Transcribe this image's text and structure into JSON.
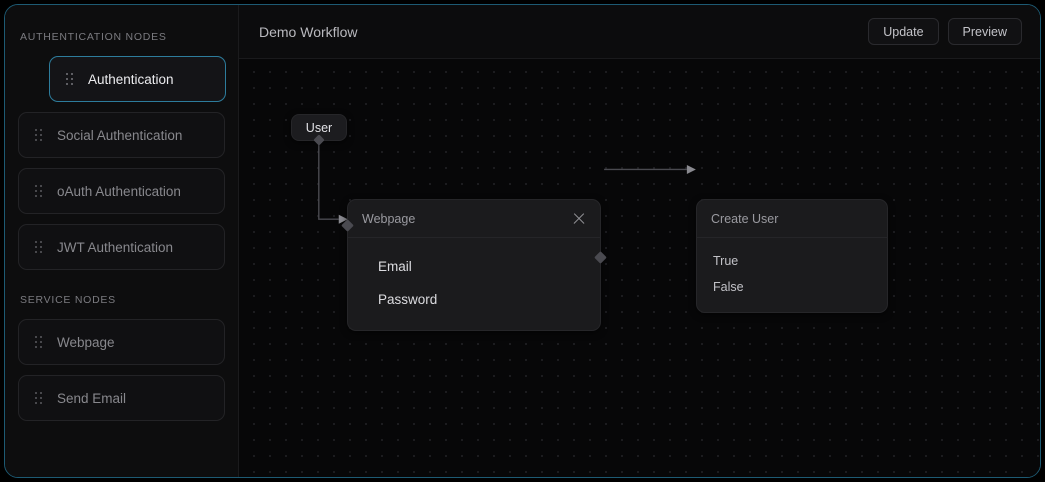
{
  "window": {
    "accent_color": "#2d7c9c",
    "canvas_bg": "#070708",
    "sidebar_bg": "#0d0d0e"
  },
  "sidebar": {
    "sections": [
      {
        "title": "AUTHENTICATION NODES",
        "items": [
          {
            "label": "Authentication",
            "selected": true
          },
          {
            "label": "Social Authentication",
            "selected": false
          },
          {
            "label": "oAuth Authentication",
            "selected": false
          },
          {
            "label": "JWT Authentication",
            "selected": false
          }
        ]
      },
      {
        "title": "SERVICE NODES",
        "items": [
          {
            "label": "Webpage",
            "selected": false
          },
          {
            "label": "Send Email",
            "selected": false
          }
        ]
      }
    ]
  },
  "topbar": {
    "title": "Demo Workflow",
    "update_label": "Update",
    "preview_label": "Preview"
  },
  "canvas": {
    "nodes": {
      "user": {
        "label": "User"
      },
      "webpage": {
        "title": "Webpage",
        "fields": [
          "Email",
          "Password"
        ]
      },
      "create_user": {
        "title": "Create User",
        "fields": [
          "True",
          "False"
        ]
      }
    }
  }
}
